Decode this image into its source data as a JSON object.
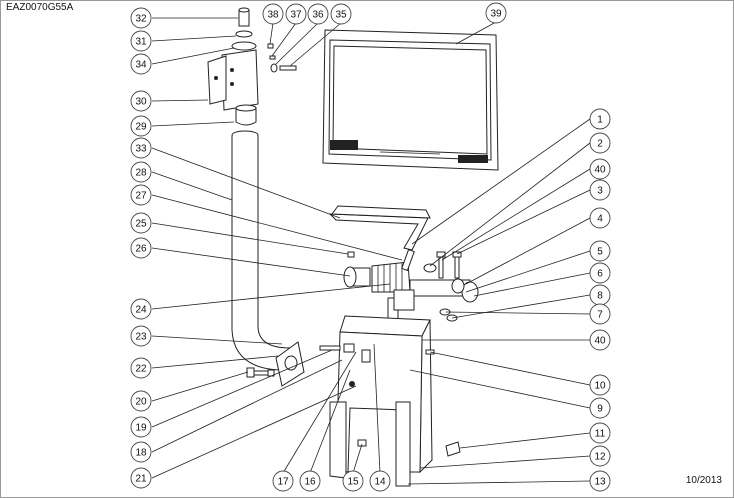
{
  "header": {
    "code": "EAZ0070G55A"
  },
  "footer": {
    "date": "10/2013"
  },
  "callouts": [
    {
      "label": "32"
    },
    {
      "label": "31"
    },
    {
      "label": "34"
    },
    {
      "label": "30"
    },
    {
      "label": "29"
    },
    {
      "label": "33"
    },
    {
      "label": "28"
    },
    {
      "label": "27"
    },
    {
      "label": "25"
    },
    {
      "label": "26"
    },
    {
      "label": "24"
    },
    {
      "label": "23"
    },
    {
      "label": "22"
    },
    {
      "label": "20"
    },
    {
      "label": "19"
    },
    {
      "label": "18"
    },
    {
      "label": "21"
    },
    {
      "label": "38"
    },
    {
      "label": "37"
    },
    {
      "label": "36"
    },
    {
      "label": "35"
    },
    {
      "label": "39"
    },
    {
      "label": "1"
    },
    {
      "label": "2"
    },
    {
      "label": "40"
    },
    {
      "label": "3"
    },
    {
      "label": "4"
    },
    {
      "label": "5"
    },
    {
      "label": "6"
    },
    {
      "label": "8"
    },
    {
      "label": "7"
    },
    {
      "label": "40"
    },
    {
      "label": "10"
    },
    {
      "label": "9"
    },
    {
      "label": "11"
    },
    {
      "label": "12"
    },
    {
      "label": "13"
    },
    {
      "label": "17"
    },
    {
      "label": "16"
    },
    {
      "label": "15"
    },
    {
      "label": "14"
    }
  ]
}
